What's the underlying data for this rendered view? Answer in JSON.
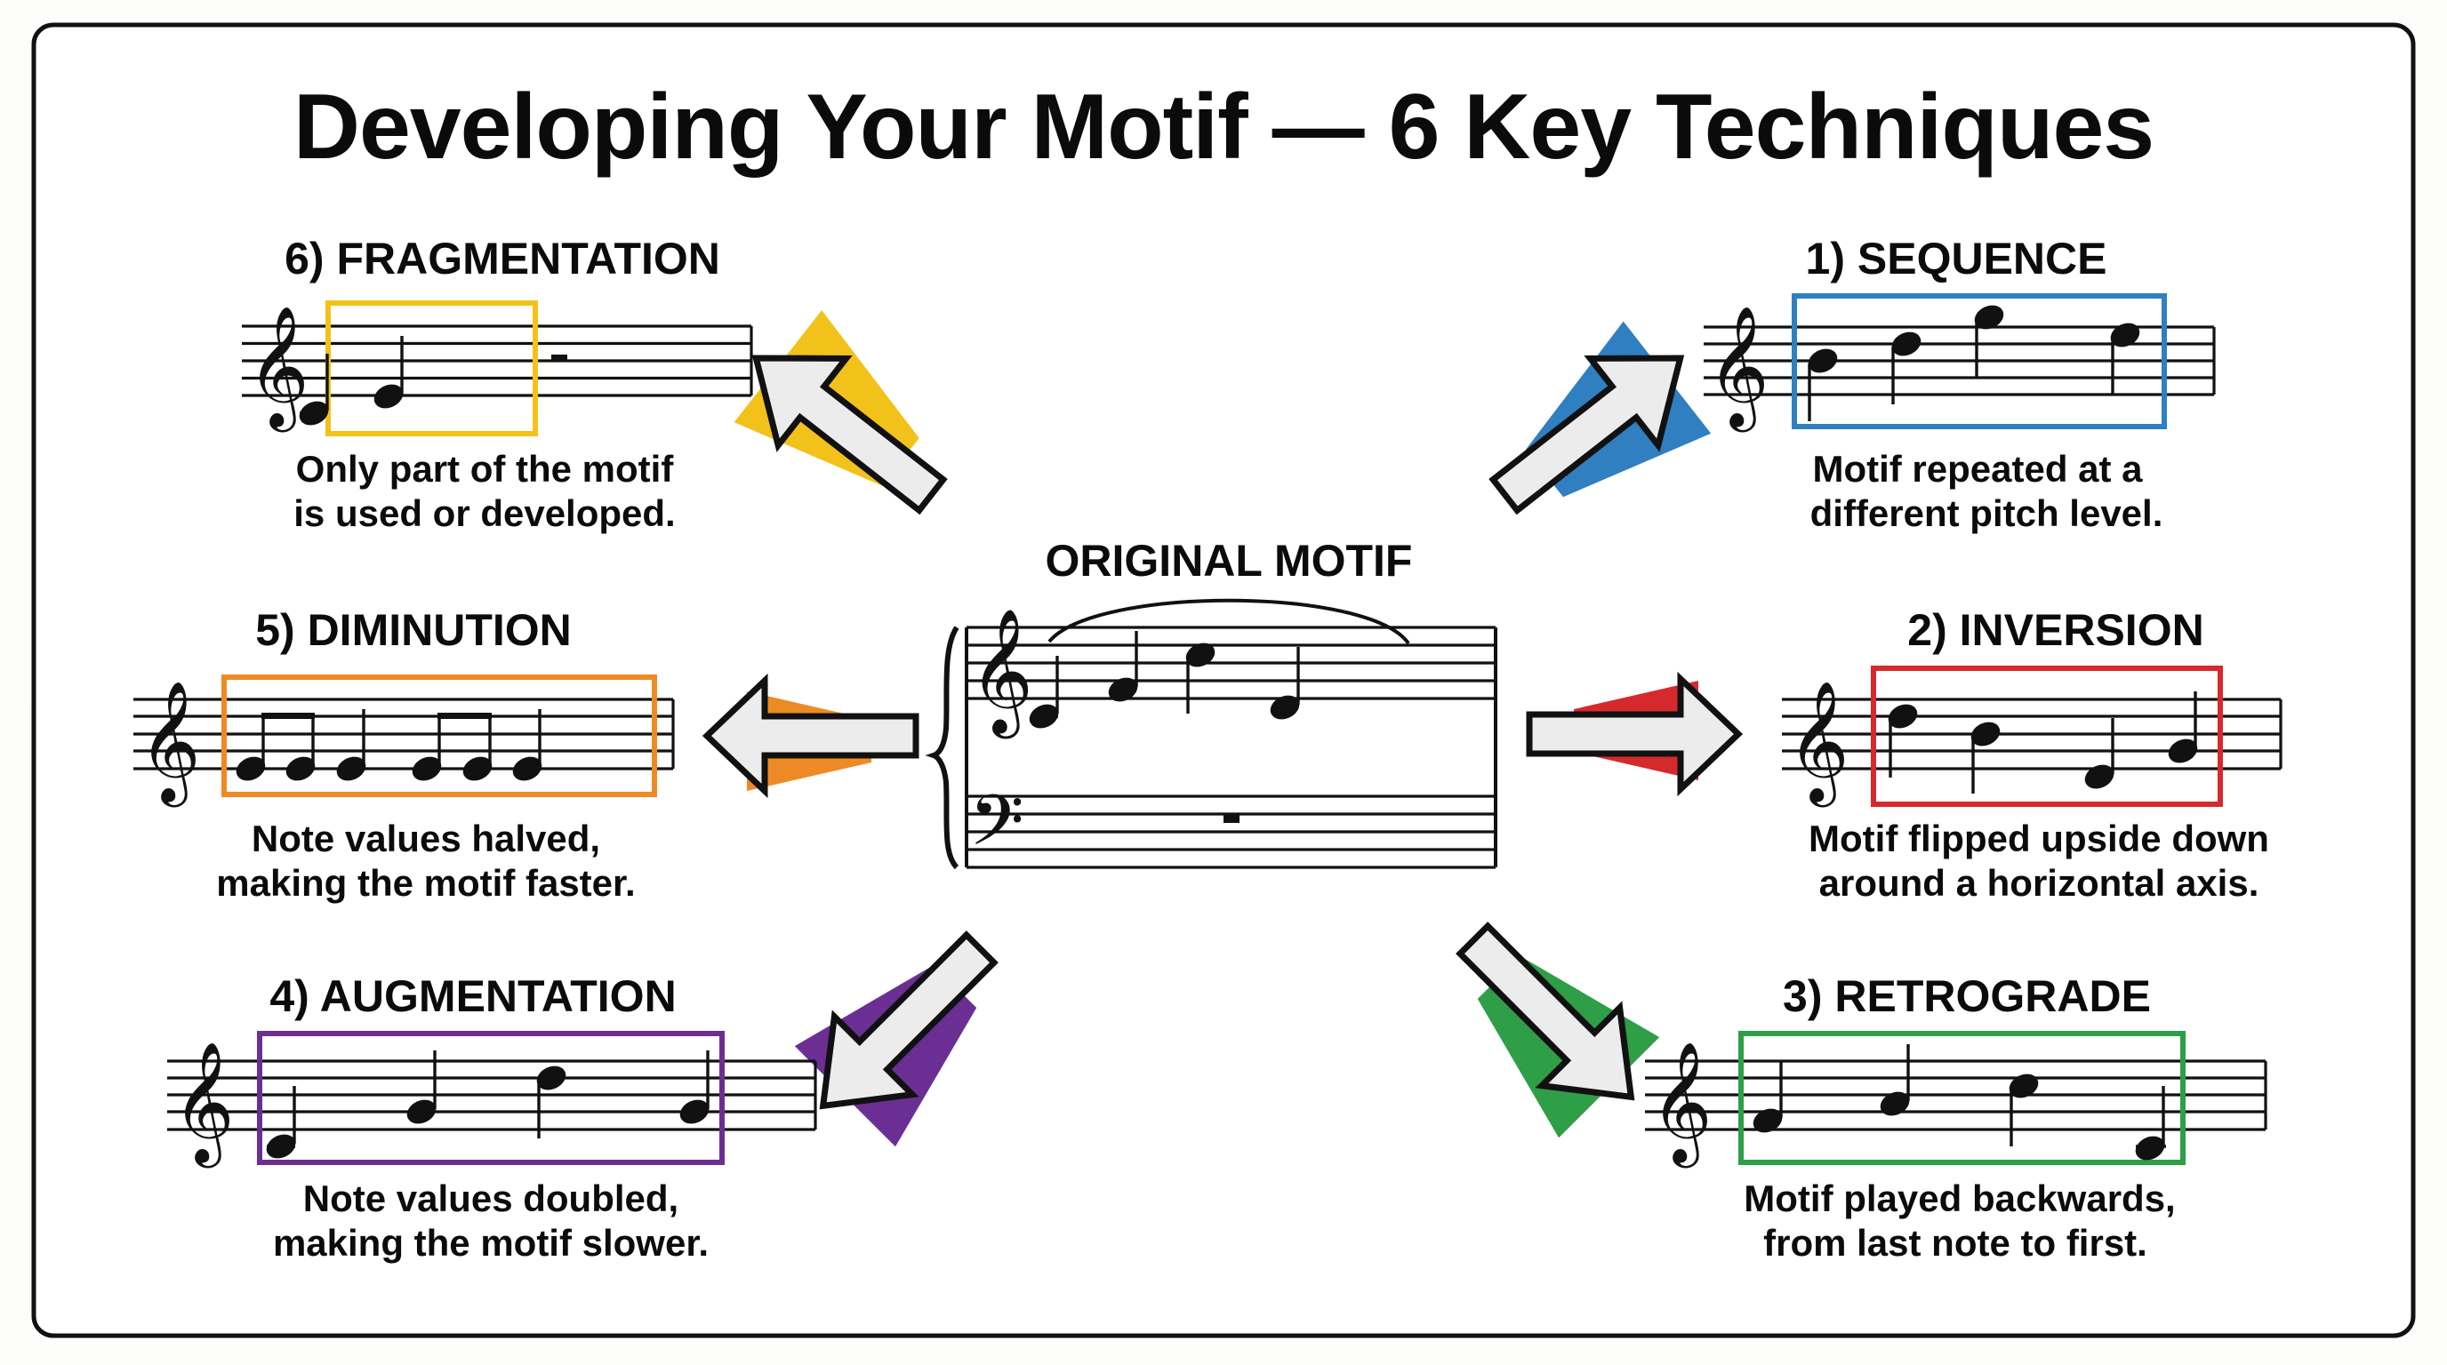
{
  "title": "Developing Your Motif — 6 Key Techniques",
  "center": {
    "heading": "ORIGINAL MOTIF",
    "description_notes": [
      "C4",
      "F4",
      "C5",
      "D4"
    ],
    "bass_rest": "whole rest"
  },
  "techniques": [
    {
      "id": "sequence",
      "number": "1)",
      "heading": "1) SEQUENCE",
      "caption_line1": "Motif repeated at a",
      "caption_line2": "different pitch level.",
      "color": "#2f7fc1",
      "arrow_direction": "up-right"
    },
    {
      "id": "inversion",
      "number": "2)",
      "heading": "2) INVERSION",
      "caption_line1": "Motif flipped upside down",
      "caption_line2": "around a horizontal axis.",
      "color": "#d42a2e",
      "arrow_direction": "right"
    },
    {
      "id": "retrograde",
      "number": "3)",
      "heading": "3) RETROGRADE",
      "caption_line1": "Motif played backwards,",
      "caption_line2": "from last note to first.",
      "color": "#2e9e47",
      "arrow_direction": "down-right"
    },
    {
      "id": "augmentation",
      "number": "4)",
      "heading": "4) AUGMENTATION",
      "caption_line1": "Note values doubled,",
      "caption_line2": "making the motif slower.",
      "color": "#6b2f93",
      "arrow_direction": "down-left"
    },
    {
      "id": "diminution",
      "number": "5)",
      "heading": "5) DIMINUTION",
      "caption_line1": "Note values halved,",
      "caption_line2": "making the motif faster.",
      "color": "#ee8a25",
      "arrow_direction": "left"
    },
    {
      "id": "fragmentation",
      "number": "6)",
      "heading": "6) FRAGMENTATION",
      "caption_line1": "Only part of the motif",
      "caption_line2": "is used or developed.",
      "color": "#f2c21b",
      "arrow_direction": "up-left"
    }
  ],
  "icons": {
    "treble_clef": "𝄞",
    "bass_clef": "𝄢"
  }
}
